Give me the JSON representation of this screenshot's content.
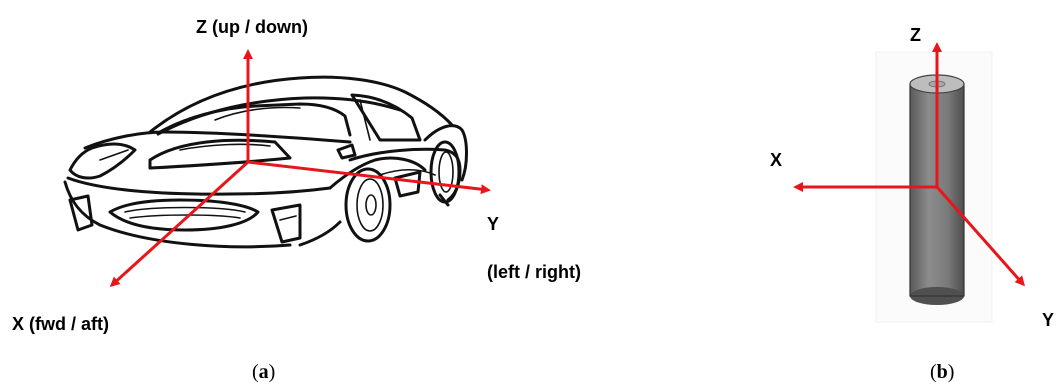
{
  "panel_a": {
    "z_label": "Z (up / down)",
    "y_label": "Y",
    "y_sublabel": "(left / right)",
    "x_label": "X (fwd / aft)",
    "caption_open": "(",
    "caption_letter": "a",
    "caption_close": ")"
  },
  "panel_b": {
    "z_label": "Z",
    "x_label": "X",
    "y_label": "Y",
    "caption_open": "(",
    "caption_letter": "b",
    "caption_close": ")"
  },
  "colors": {
    "axis": "#e8151b",
    "cylinder_body": "#7a7a7a",
    "cylinder_top": "#bdbdbd"
  }
}
